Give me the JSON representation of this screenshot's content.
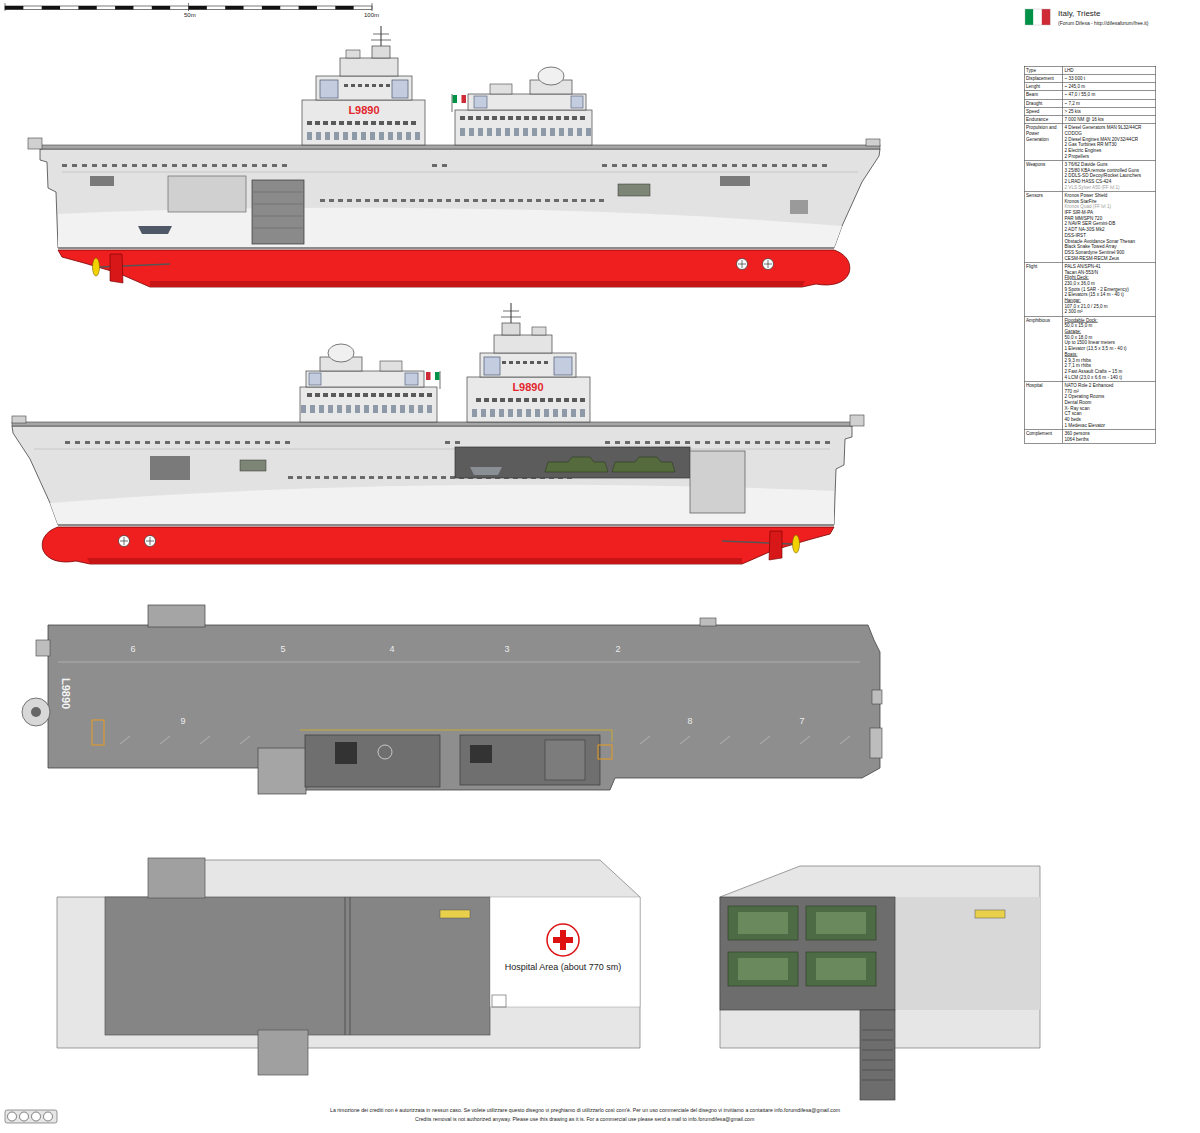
{
  "diagram": {
    "title": "Italy, Trieste",
    "labels": [
      "50m",
      "100m",
      "(Forum Difesa - http://difesaforum/free.it)",
      "Type",
      "LHD",
      "Displacement",
      "~ 33 000 t",
      "Lenght",
      "~ 245,0 m",
      "Beam",
      "~ 47,0 / 55,0 m",
      "Draught",
      "~ 7,2 m",
      "Speed",
      "> 25 kts",
      "Endurance",
      "7 000 NM @ 16 kts",
      "Propulsion and Power Generation",
      "4 Diesel Generators MAN 9L32/44CR",
      "CODOG",
      "2 Diesel Engines MAN 20V32/44CR",
      "2 Gas Turbines RR MT30",
      "2 Electric Engines",
      "2 Propellers",
      "Weapons",
      "3 76/62 Davide Guns",
      "3 25/80 KBA remote controlled Guns",
      "2 DDLS-SD Decoy/Rocket Launchers",
      "2 LRAD HASS CS-424",
      "2 VLS Sylver A50 (FF lvl 1)",
      "Sensors",
      "Kronos Power Shield",
      "Kronos StarFire",
      "Kronos Quad (FF lvl 1)",
      "IFF SIR-M-PA",
      "PAR MM/SPN 720",
      "2 NAVR SER Gemini-DB",
      "2 ADT NA-30S Mk2",
      "DSS-IRST",
      "Obstacle Avoidance Sonar Thesan",
      "Black Snake Towed Array",
      "DSS Sonardyne Sentinel 900",
      "CESM-RESM-RECM Zeus",
      "Flight",
      "PALS AN/SPN-41",
      "Tacan AN-553/N",
      "Flight Deck:",
      "230,0 x 36,0 m",
      "9 Spots (1 SAR - 2 Emergency)",
      "2 Elevators (15 x 14 m - 40 t)",
      "Hangar:",
      "107,0 x 21,0 / 25,0 m",
      "2 300 m²",
      "Amphibious",
      "Floodable Dock:",
      "50,0 x 15,0 m",
      "Garage:",
      "50,0 x 18,0 m",
      "Up to 1500 linear meters",
      "1 Elevator (13,5 x 3,5 m - 40 t)",
      "Boats:",
      "2 9,3 m rhibs",
      "2 7,1 m rhibs",
      "2 Fast Assault Crafts ~ 15 m",
      "4 LCM (23,0 x 6,6 m - 140 t)",
      "Hospital",
      "NATO Role 2 Enhanced",
      "770 m²",
      "2 Operating Rooms",
      "Dental Room",
      "X- Ray scan",
      "CT scan",
      "40 beds",
      "1 Medevac Elevator",
      "Complement",
      "360 persons",
      "1064 berths",
      "L9890",
      "L9890",
      "L9890",
      "6",
      "5",
      "4",
      "3",
      "2",
      "9",
      "8",
      "7",
      "Hospital Area (about 770 sm)",
      "La rimozione dei crediti non è autorizzata in nessun caso. Se volete utilizzare questo disegno vi preghiamo di utilizzarlo così com'è. Per un uso commerciale del disegno vi invitiamo a contattare info.forumdifesa@gmail.com",
      "Credits removal is not authorized anyway. Please use this drawing as it is. For a commercial use please send a mail to info.forumdifesa@gmail.com"
    ]
  }
}
